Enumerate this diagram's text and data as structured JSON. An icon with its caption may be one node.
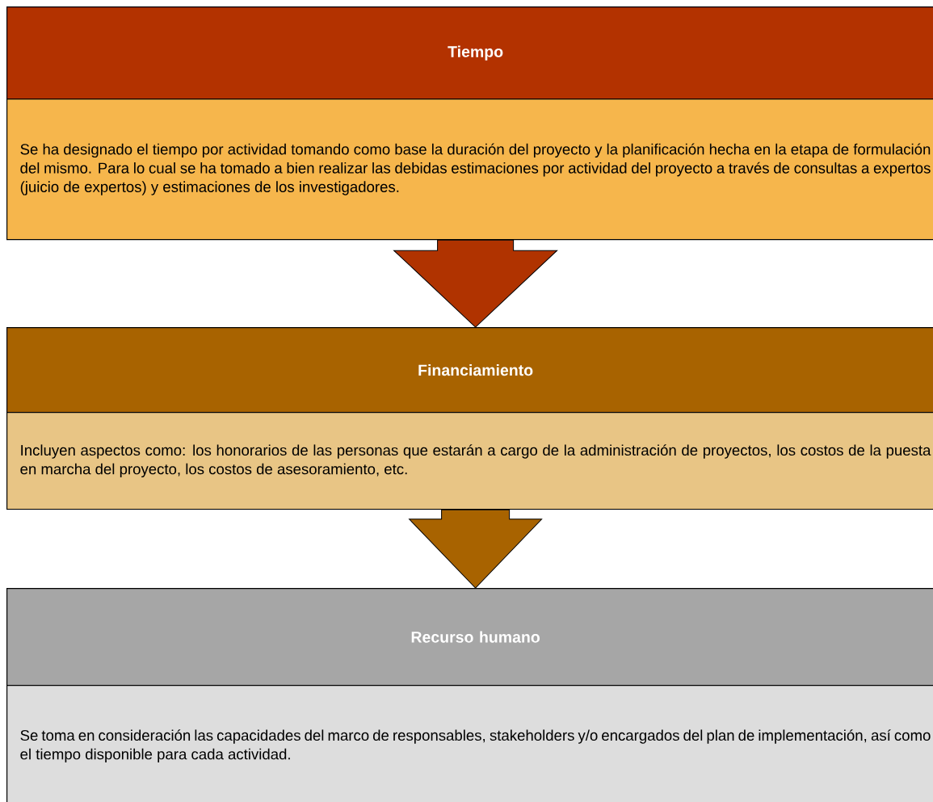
{
  "diagram": {
    "nodes": [
      {
        "text": [
          "Tiempo"
        ]
      },
      {
        "text": [
          "Se ha designado el tiempo por actividad tomando como base la duración del proyecto y la planificación hecha en la etapa de formulación del mismo. Para lo cual se ha tomado a bien realizar las debidas estimaciones por actividad del proyecto a través de consultas a expertos (juicio de expertos) y estimaciones de los investigadores."
        ]
      },
      {
        "text": [
          "Financiamiento"
        ]
      },
      {
        "text": [
          "Incluyen aspectos como: los honorarios de las personas que estarán a cargo de la administración de proyectos, los costos de la puesta en marcha del proyecto, los costos de asesoramiento, etc."
        ]
      },
      {
        "text": [
          "Recurso humano"
        ]
      },
      {
        "text": [
          "Se toma en consideración las capacidades del marco de responsables, stakeholders y/o encargados del plan de implementación, así como el tiempo disponible para cada actividad."
        ]
      }
    ],
    "edges": [
      {
        "from": 1,
        "to": 2,
        "arrow": "to",
        "color": "#b03300"
      },
      {
        "from": 3,
        "to": 4,
        "arrow": "to",
        "color": "#a86300"
      }
    ]
  }
}
